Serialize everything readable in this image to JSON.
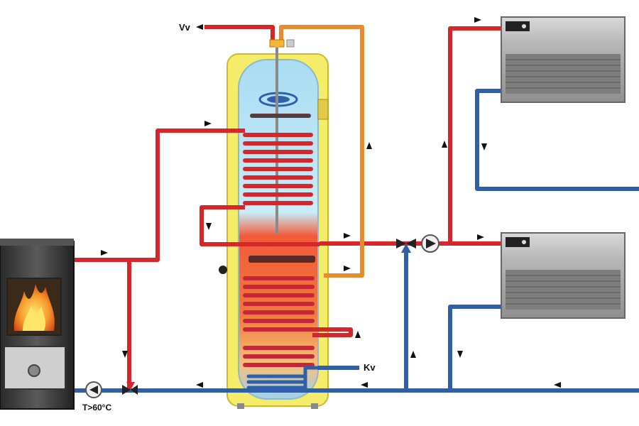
{
  "labels": {
    "hot_water_outlet": "Vv",
    "cold_water_inlet": "Kv",
    "return_temperature": "T>60°C"
  },
  "colors": {
    "hot_pipe": "#d6262a",
    "cold_pipe": "#2f5fa8",
    "dhw_loop": "#e88a2e",
    "tank_jacket": "#f5ec6a",
    "tank_inner": "#b9e2f3",
    "stove_body": "#3a3a3a",
    "radiator_body": "#a9a9a9"
  },
  "icons": [
    "fire-icon",
    "circulation-pump-icon",
    "three-way-valve-icon",
    "flow-arrow-icon",
    "manufacturer-logo-icon"
  ]
}
